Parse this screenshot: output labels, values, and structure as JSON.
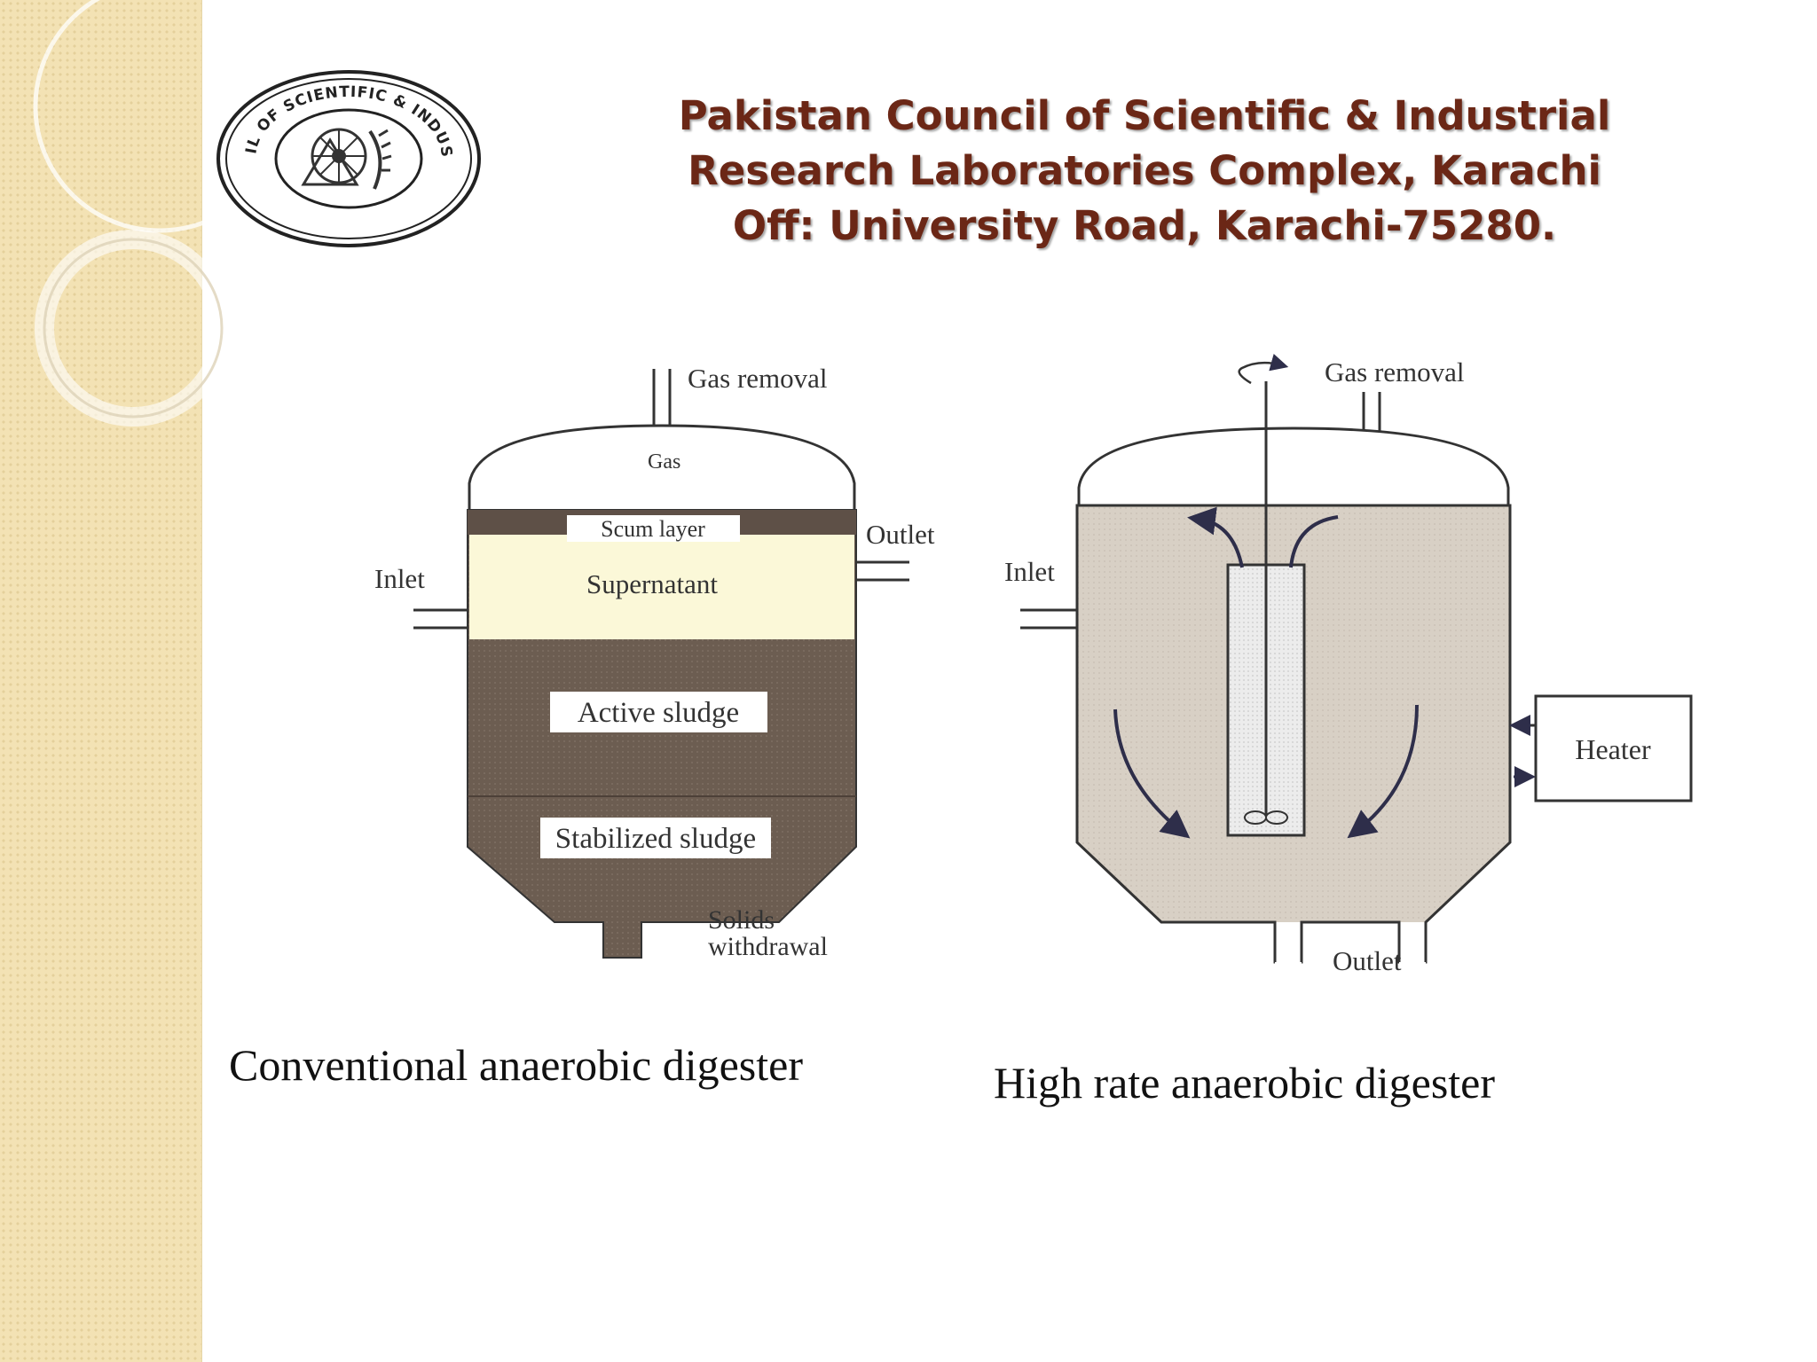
{
  "header": {
    "logo_text": "PAKISTAN COUNCIL OF SCIENTIFIC & INDUSTRIAL RESEARCH",
    "title_lines": [
      "Pakistan Council of Scientific & Industrial",
      "Research Laboratories Complex, Karachi",
      "Off: University Road, Karachi-75280."
    ]
  },
  "conventional": {
    "caption": "Conventional anaerobic digester",
    "labels": {
      "gas_removal": "Gas removal",
      "gas": "Gas",
      "scum_layer": "Scum layer",
      "supernatant": "Supernatant",
      "active_sludge": "Active sludge",
      "stabilized_sludge": "Stabilized sludge",
      "inlet": "Inlet",
      "outlet": "Outlet",
      "solids_line1": "Solids",
      "solids_line2": "withdrawal"
    }
  },
  "high_rate": {
    "caption": "High rate anaerobic digester",
    "labels": {
      "gas_removal": "Gas removal",
      "inlet": "Inlet",
      "heater": "Heater",
      "outlet": "Outlet"
    }
  }
}
